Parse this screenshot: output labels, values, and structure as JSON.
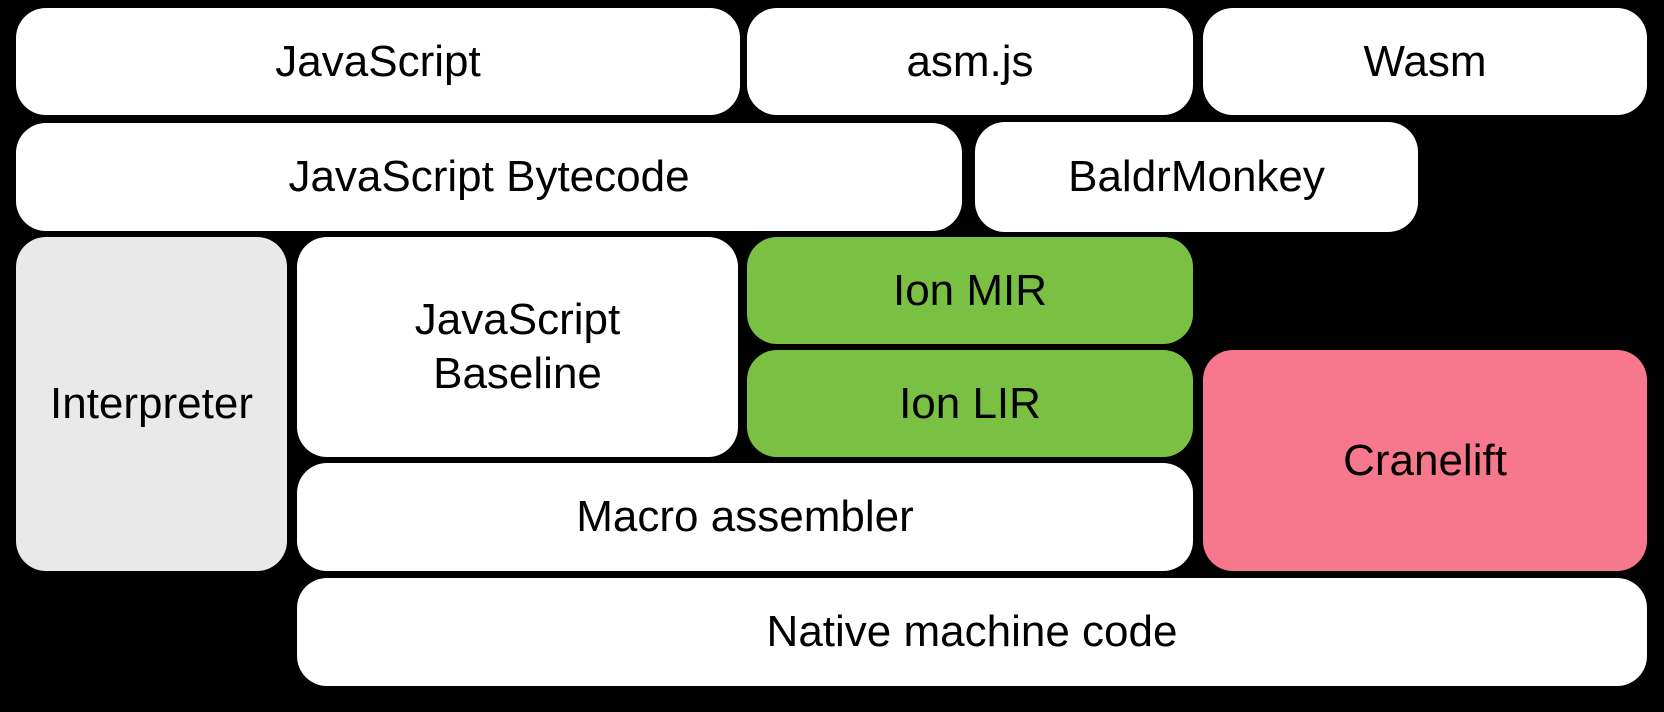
{
  "diagram": {
    "background_color": "#000000",
    "text_color": "#000000",
    "palette": {
      "white_box": "#FFFFFF",
      "gray_box": "#E9E9E9",
      "green_box": "#7AC143",
      "pink_box": "#F7788C"
    },
    "boxes": [
      {
        "id": "javascript",
        "label": "JavaScript",
        "color": "#FFFFFF"
      },
      {
        "id": "asmjs",
        "label": "asm.js",
        "color": "#FFFFFF"
      },
      {
        "id": "wasm",
        "label": "Wasm",
        "color": "#FFFFFF"
      },
      {
        "id": "javascript-bytecode",
        "label": "JavaScript Bytecode",
        "color": "#FFFFFF"
      },
      {
        "id": "baldrmonkey",
        "label": "BaldrMonkey",
        "color": "#FFFFFF"
      },
      {
        "id": "interpreter",
        "label": "Interpreter",
        "color": "#E9E9E9"
      },
      {
        "id": "javascript-baseline",
        "label": "JavaScript Baseline",
        "color": "#FFFFFF"
      },
      {
        "id": "ion-mir",
        "label": "Ion MIR",
        "color": "#7AC143"
      },
      {
        "id": "ion-lir",
        "label": "Ion LIR",
        "color": "#7AC143"
      },
      {
        "id": "cranelift",
        "label": "Cranelift",
        "color": "#F7788C"
      },
      {
        "id": "macro-assembler",
        "label": "Macro assembler",
        "color": "#FFFFFF"
      },
      {
        "id": "native-machine-code",
        "label": "Native machine code",
        "color": "#FFFFFF"
      }
    ]
  }
}
